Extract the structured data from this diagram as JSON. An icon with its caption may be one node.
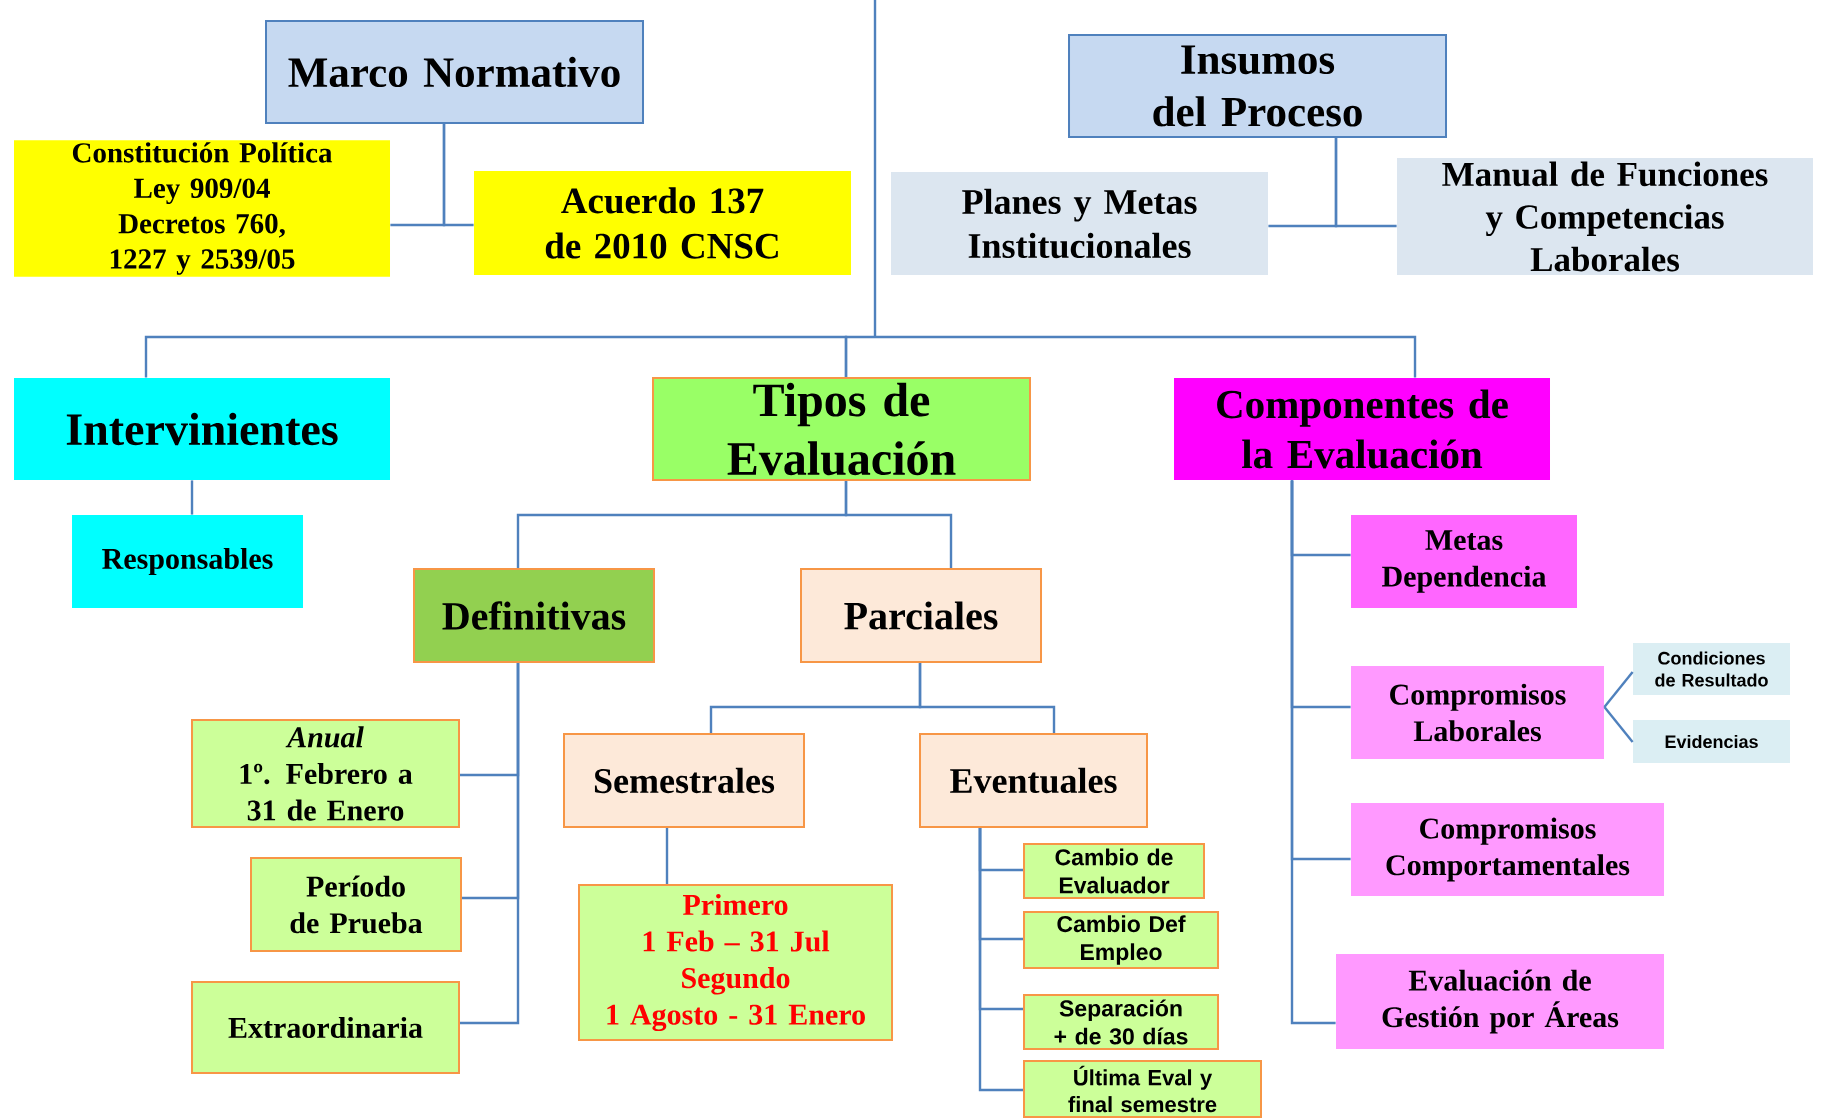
{
  "diagram": {
    "nodes": [
      {
        "text": [
          "Marco Normativo"
        ]
      },
      {
        "text": [
          "Constitución Política",
          "Ley 909/04",
          "Decretos 760, 1227 y 2539/05"
        ]
      },
      {
        "text": [
          "Acuerdo 137 de 2010 CNSC"
        ]
      },
      {
        "text": [
          "Insumos del Proceso"
        ]
      },
      {
        "text": [
          "Planes y Metas Institucionales"
        ]
      },
      {
        "text": [
          "Manual de Funciones y Competencias Laborales"
        ]
      },
      {
        "text": [
          "Intervinientes"
        ]
      },
      {
        "text": [
          "Responsables"
        ]
      },
      {
        "text": [
          "Tipos de Evaluación"
        ]
      },
      {
        "text": [
          "Componentes de la Evaluación"
        ]
      },
      {
        "text": [
          "Definitivas"
        ]
      },
      {
        "text": [
          "Parciales"
        ]
      },
      {
        "text": [
          "Anual",
          "1º. Febrero a 31 de Enero"
        ]
      },
      {
        "text": [
          "Período de Prueba"
        ]
      },
      {
        "text": [
          "Extraordinaria"
        ]
      },
      {
        "text": [
          "Semestrales"
        ]
      },
      {
        "text": [
          "Eventuales"
        ]
      },
      {
        "text": [
          "Primero",
          "1 Feb – 31 Jul",
          "Segundo",
          "1 Agosto - 31 Enero"
        ]
      },
      {
        "text": [
          "Cambio de Evaluador"
        ]
      },
      {
        "text": [
          "Cambio Def Empleo"
        ]
      },
      {
        "text": [
          "Separación + de 30 días"
        ]
      },
      {
        "text": [
          "Última Eval y final semestre"
        ]
      },
      {
        "text": [
          "Metas Dependencia"
        ]
      },
      {
        "text": [
          "Compromisos Laborales"
        ]
      },
      {
        "text": [
          "Condiciones de Resultado"
        ]
      },
      {
        "text": [
          "Evidencias"
        ]
      },
      {
        "text": [
          "Compromisos Comportamentales"
        ]
      },
      {
        "text": [
          "Evaluación de Gestión por Áreas"
        ]
      }
    ],
    "edges": [
      {
        "from": 0,
        "to": 1,
        "arrow": "none"
      },
      {
        "from": 0,
        "to": 2,
        "arrow": "none"
      },
      {
        "from": 3,
        "to": 4,
        "arrow": "none"
      },
      {
        "from": 3,
        "to": 5,
        "arrow": "none"
      },
      {
        "from": 8,
        "to": 6,
        "arrow": "none"
      },
      {
        "from": 8,
        "to": 9,
        "arrow": "none"
      },
      {
        "from": 6,
        "to": 7,
        "arrow": "none"
      },
      {
        "from": 8,
        "to": 10,
        "arrow": "none"
      },
      {
        "from": 8,
        "to": 11,
        "arrow": "none"
      },
      {
        "from": 10,
        "to": 12,
        "arrow": "none"
      },
      {
        "from": 10,
        "to": 13,
        "arrow": "none"
      },
      {
        "from": 10,
        "to": 14,
        "arrow": "none"
      },
      {
        "from": 11,
        "to": 15,
        "arrow": "none"
      },
      {
        "from": 11,
        "to": 16,
        "arrow": "none"
      },
      {
        "from": 15,
        "to": 17,
        "arrow": "none"
      },
      {
        "from": 16,
        "to": 18,
        "arrow": "none"
      },
      {
        "from": 16,
        "to": 19,
        "arrow": "none"
      },
      {
        "from": 16,
        "to": 20,
        "arrow": "none"
      },
      {
        "from": 16,
        "to": 21,
        "arrow": "none"
      },
      {
        "from": 9,
        "to": 22,
        "arrow": "none"
      },
      {
        "from": 9,
        "to": 23,
        "arrow": "none"
      },
      {
        "from": 9,
        "to": 26,
        "arrow": "none"
      },
      {
        "from": 9,
        "to": 27,
        "arrow": "none"
      },
      {
        "from": 23,
        "to": 24,
        "arrow": "none"
      },
      {
        "from": 23,
        "to": 25,
        "arrow": "none"
      }
    ]
  }
}
